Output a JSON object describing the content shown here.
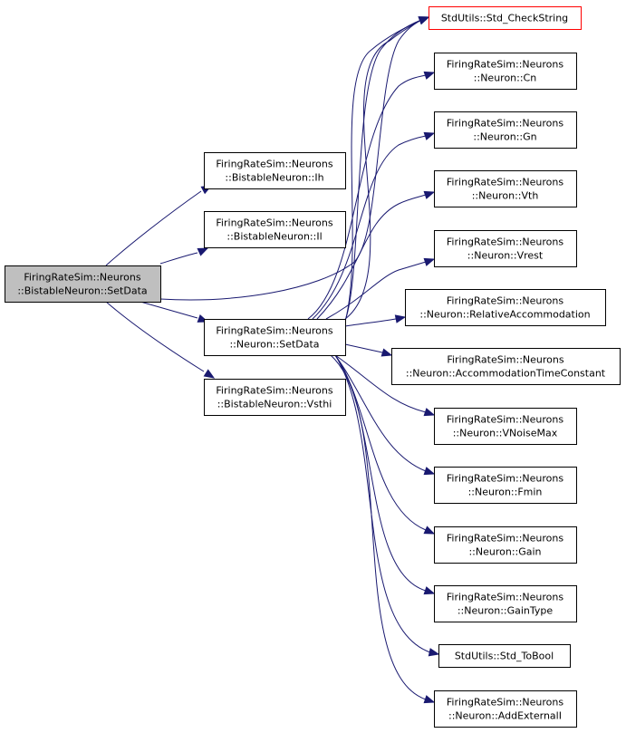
{
  "graph": {
    "colors": {
      "edge": "#191970",
      "root_fill": "#bfbfbf",
      "highlight_border": "#ff0000"
    },
    "nodes": {
      "root": [
        "FiringRateSim::Neurons",
        "::BistableNeuron::SetData"
      ],
      "ih": [
        "FiringRateSim::Neurons",
        "::BistableNeuron::Ih"
      ],
      "il": [
        "FiringRateSim::Neurons",
        "::BistableNeuron::Il"
      ],
      "setdata": [
        "FiringRateSim::Neurons",
        "::Neuron::SetData"
      ],
      "vsthi": [
        "FiringRateSim::Neurons",
        "::BistableNeuron::Vsthi"
      ],
      "checkstring": [
        "StdUtils::Std_CheckString"
      ],
      "cn": [
        "FiringRateSim::Neurons",
        "::Neuron::Cn"
      ],
      "gn": [
        "FiringRateSim::Neurons",
        "::Neuron::Gn"
      ],
      "vth": [
        "FiringRateSim::Neurons",
        "::Neuron::Vth"
      ],
      "vrest": [
        "FiringRateSim::Neurons",
        "::Neuron::Vrest"
      ],
      "relacc": [
        "FiringRateSim::Neurons",
        "::Neuron::RelativeAccommodation"
      ],
      "acctc": [
        "FiringRateSim::Neurons",
        "::Neuron::AccommodationTimeConstant"
      ],
      "vnoise": [
        "FiringRateSim::Neurons",
        "::Neuron::VNoiseMax"
      ],
      "fmin": [
        "FiringRateSim::Neurons",
        "::Neuron::Fmin"
      ],
      "gain": [
        "FiringRateSim::Neurons",
        "::Neuron::Gain"
      ],
      "gaintype": [
        "FiringRateSim::Neurons",
        "::Neuron::GainType"
      ],
      "tobool": [
        "StdUtils::Std_ToBool"
      ],
      "addext": [
        "FiringRateSim::Neurons",
        "::Neuron::AddExternalI"
      ]
    }
  }
}
